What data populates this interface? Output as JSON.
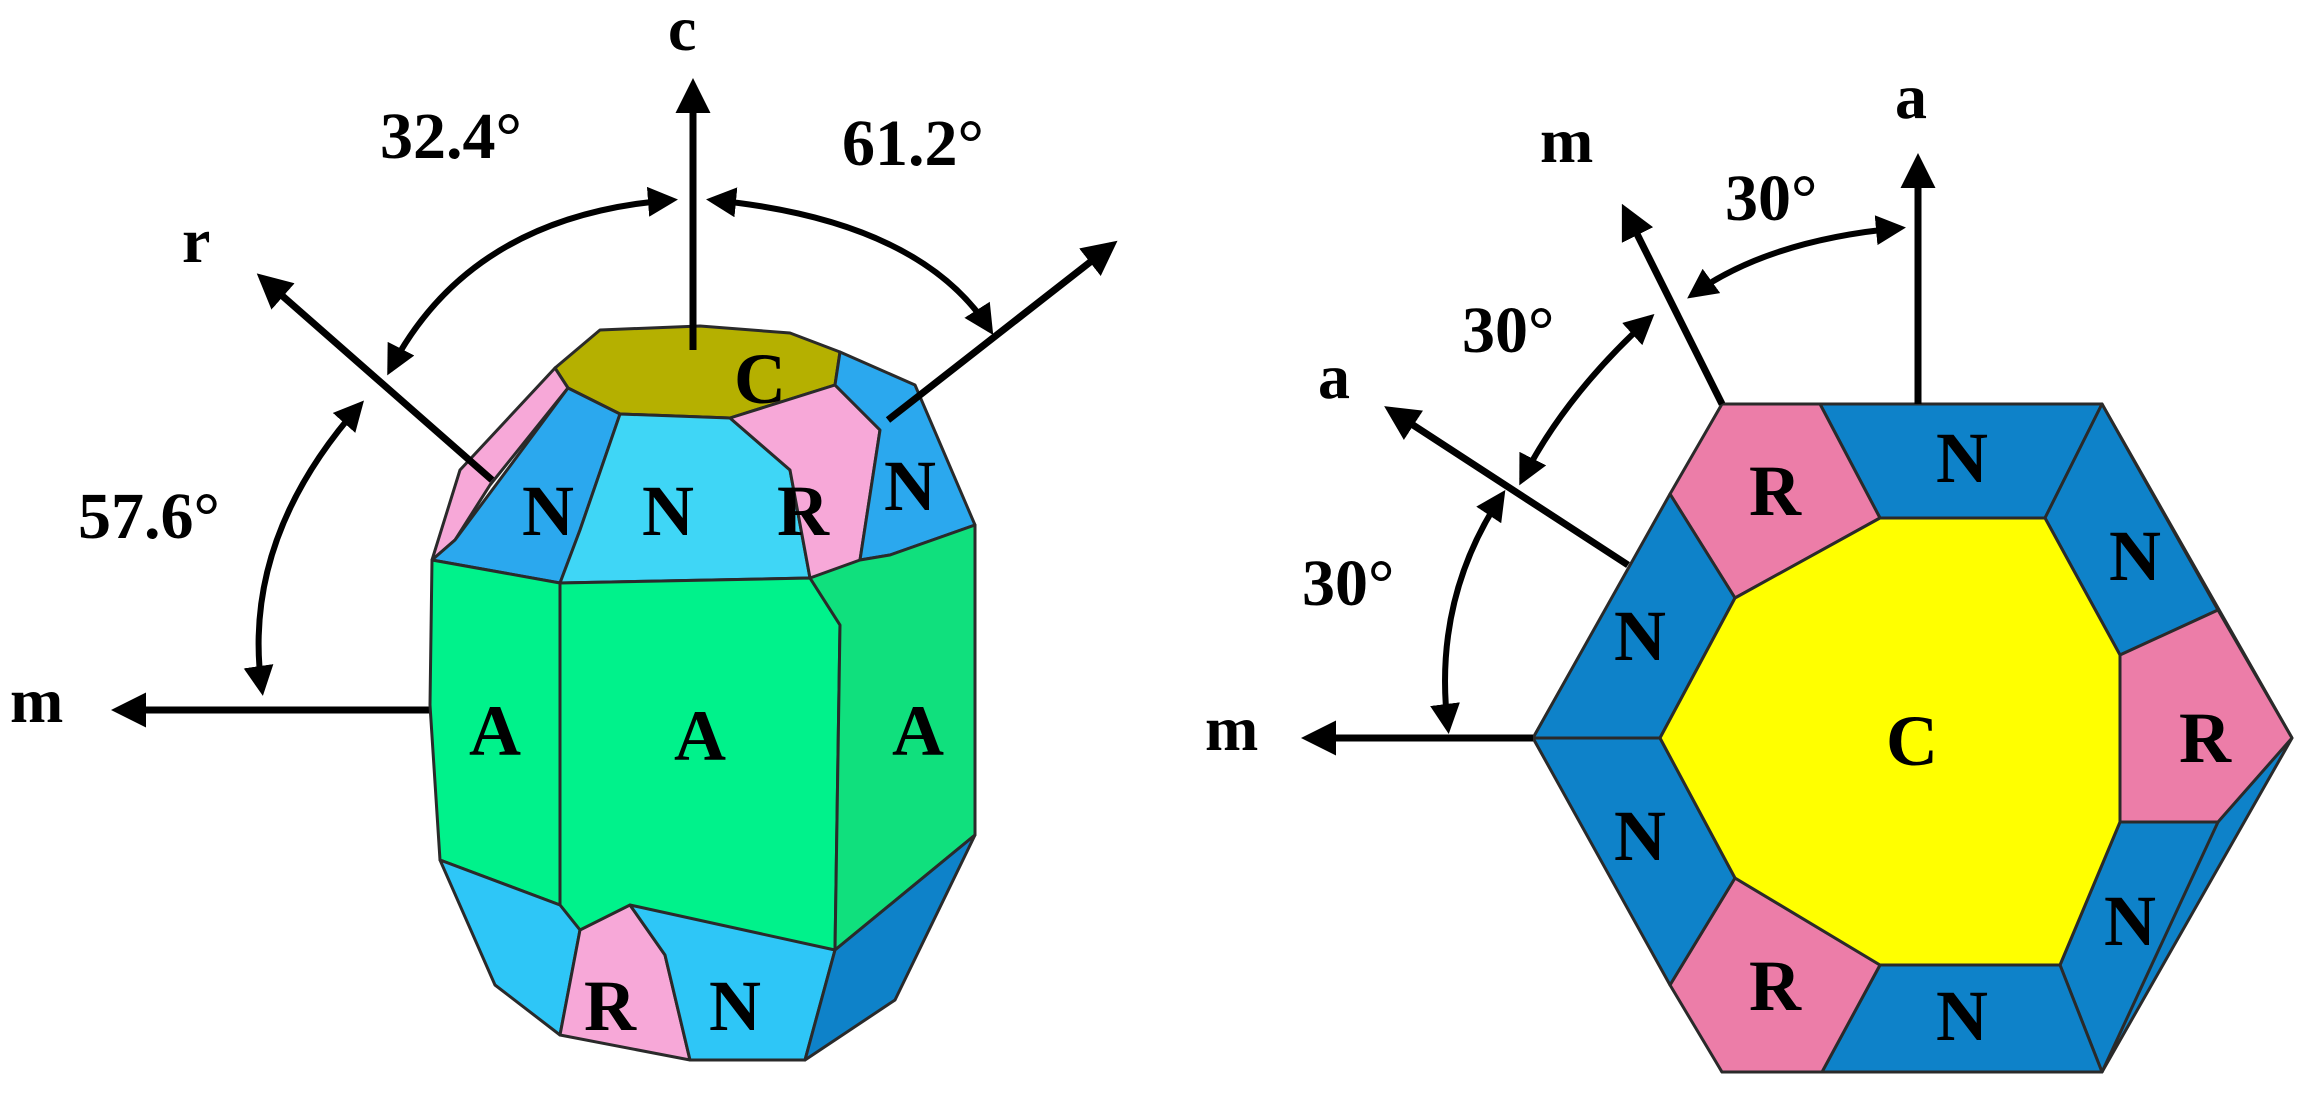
{
  "colors": {
    "face_C_left": "#b5b000",
    "face_C_right": "#ffff00",
    "face_N_left": "#2ba8ee",
    "face_N_top_center": "#3fd6f6",
    "face_N_bottom": "#2ec6f7",
    "face_N_right": "#0e82c9",
    "face_R": "#f7a8d8",
    "face_R_right": "#ec7da8",
    "face_A": "#00f28b",
    "face_A_side": "#10e07d",
    "line": "#000000"
  },
  "left_crystal": {
    "axis_labels": {
      "c": "c",
      "r": "r",
      "m": "m"
    },
    "angles": {
      "c_to_r": "32.4°",
      "c_to_n": "61.2°",
      "r_to_m": "57.6°"
    },
    "faces": {
      "top": "C",
      "upper_n_left": "N",
      "upper_n_center": "N",
      "upper_r": "R",
      "upper_n_right": "N",
      "a_left": "A",
      "a_center": "A",
      "a_right": "A",
      "lower_r": "R",
      "lower_n": "N"
    }
  },
  "right_crystal": {
    "axis_labels": {
      "a_top": "a",
      "m_upper": "m",
      "a_left": "a",
      "m_left": "m"
    },
    "angles": {
      "a_to_m": "30°",
      "m_to_a": "30°",
      "a_to_m_lower": "30°"
    },
    "faces": {
      "center": "C",
      "r_upper_left": "R",
      "n_top": "N",
      "n_upper_right": "N",
      "r_right": "R",
      "n_lower_right": "N",
      "n_bottom": "N",
      "r_lower_left": "R",
      "n_lower_left": "N",
      "n_upper_left": "N"
    }
  }
}
